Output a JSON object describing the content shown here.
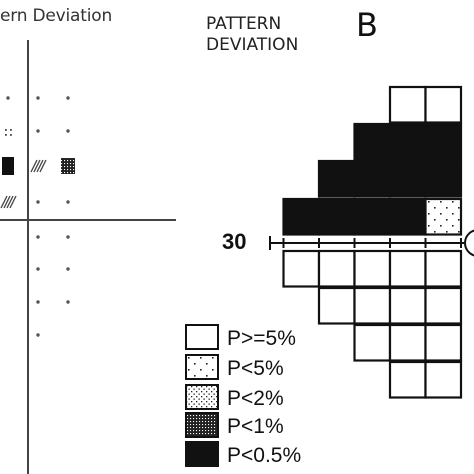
{
  "panel_left": {
    "title": "ern Deviation",
    "symbols": [
      {
        "row": 1,
        "col": 1,
        "level": "normal"
      },
      {
        "row": 1,
        "col": 2,
        "level": "normal"
      },
      {
        "row": 1,
        "col": 3,
        "level": "normal"
      },
      {
        "row": 2,
        "col": 1,
        "level": "p5"
      },
      {
        "row": 2,
        "col": 2,
        "level": "normal"
      },
      {
        "row": 2,
        "col": 3,
        "level": "normal"
      },
      {
        "row": 3,
        "col": 1,
        "level": "p05"
      },
      {
        "row": 3,
        "col": 2,
        "level": "p2"
      },
      {
        "row": 3,
        "col": 3,
        "level": "p1"
      },
      {
        "row": 4,
        "col": 1,
        "level": "p2"
      },
      {
        "row": 4,
        "col": 2,
        "level": "normal"
      },
      {
        "row": 4,
        "col": 3,
        "level": "normal"
      },
      {
        "row": 5,
        "col": 2,
        "level": "normal"
      },
      {
        "row": 5,
        "col": 3,
        "level": "normal"
      },
      {
        "row": 6,
        "col": 2,
        "level": "normal"
      },
      {
        "row": 6,
        "col": 3,
        "level": "normal"
      },
      {
        "row": 7,
        "col": 2,
        "level": "normal"
      },
      {
        "row": 7,
        "col": 3,
        "level": "normal"
      },
      {
        "row": 8,
        "col": 2,
        "level": "normal"
      }
    ]
  },
  "panel_right": {
    "title_line1": "PATTERN",
    "title_line2": "DEVIATION",
    "panel_letter": "B",
    "eccentricity_label": "30",
    "upper_rows": [
      [
        "normal",
        "normal"
      ],
      [
        "p05",
        "p05",
        "p05"
      ],
      [
        "p05",
        "p05",
        "p05",
        "p05"
      ],
      [
        "p05",
        "p05",
        "p05",
        "p05",
        "p5"
      ]
    ],
    "lower_rows": [
      [
        "normal",
        "normal",
        "normal",
        "normal",
        "normal"
      ],
      [
        "normal",
        "normal",
        "normal",
        "normal"
      ],
      [
        "normal",
        "normal",
        "normal"
      ],
      [
        "normal",
        "normal"
      ]
    ]
  },
  "legend": [
    {
      "key": "normal",
      "label": "P>=5%"
    },
    {
      "key": "p5",
      "label": "P<5%"
    },
    {
      "key": "p2",
      "label": "P<2%"
    },
    {
      "key": "p1",
      "label": "P<1%"
    },
    {
      "key": "p05",
      "label": "P<0.5%"
    }
  ],
  "colors": {
    "ink": "#111111",
    "grey_symbol": "#555555"
  }
}
